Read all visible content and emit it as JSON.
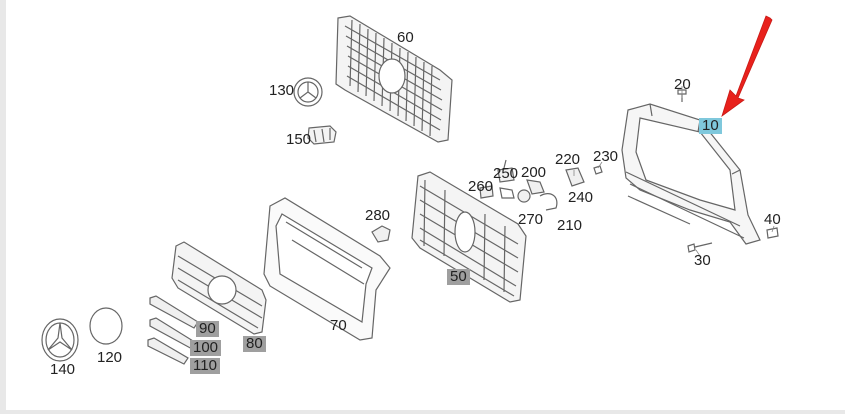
{
  "colors": {
    "line": "#666666",
    "fill_light": "#f4f4f4",
    "highlight_gray": "#9f9f9f",
    "highlight_blue": "#7fc8dc",
    "arrow": "#e8211c"
  },
  "parts": [
    {
      "id": "p60",
      "label": "60",
      "highlight": "none"
    },
    {
      "id": "p130",
      "label": "130",
      "highlight": "none"
    },
    {
      "id": "p150",
      "label": "150",
      "highlight": "none"
    },
    {
      "id": "p20",
      "label": "20",
      "highlight": "none"
    },
    {
      "id": "p10",
      "label": "10",
      "highlight": "blue"
    },
    {
      "id": "p250",
      "label": "250",
      "highlight": "none"
    },
    {
      "id": "p200",
      "label": "200",
      "highlight": "none"
    },
    {
      "id": "p220",
      "label": "220",
      "highlight": "none"
    },
    {
      "id": "p230",
      "label": "230",
      "highlight": "none"
    },
    {
      "id": "p260",
      "label": "260",
      "highlight": "none"
    },
    {
      "id": "p240",
      "label": "240",
      "highlight": "none"
    },
    {
      "id": "p280",
      "label": "280",
      "highlight": "none"
    },
    {
      "id": "p270",
      "label": "270",
      "highlight": "none"
    },
    {
      "id": "p210",
      "label": "210",
      "highlight": "none"
    },
    {
      "id": "p40",
      "label": "40",
      "highlight": "none"
    },
    {
      "id": "p30",
      "label": "30",
      "highlight": "none"
    },
    {
      "id": "p50",
      "label": "50",
      "highlight": "gray"
    },
    {
      "id": "p70",
      "label": "70",
      "highlight": "none"
    },
    {
      "id": "p90",
      "label": "90",
      "highlight": "gray"
    },
    {
      "id": "p100",
      "label": "100",
      "highlight": "gray"
    },
    {
      "id": "p110",
      "label": "110",
      "highlight": "gray"
    },
    {
      "id": "p80",
      "label": "80",
      "highlight": "gray"
    },
    {
      "id": "p120",
      "label": "120",
      "highlight": "none"
    },
    {
      "id": "p140",
      "label": "140",
      "highlight": "none"
    }
  ]
}
